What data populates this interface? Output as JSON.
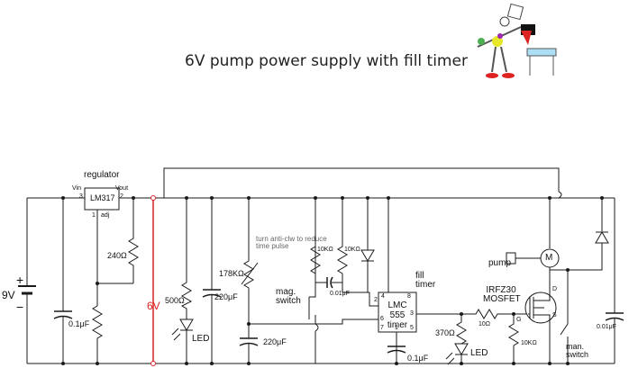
{
  "title": "6V pump power supply with fill timer",
  "labels": {
    "regulator": "regulator",
    "regulator_part": "LM317",
    "vin": "Vin",
    "vout": "Vout",
    "adj": "adj",
    "pin_1": "1",
    "pin_2": "2",
    "pin_3": "3",
    "supply_voltage": "9V",
    "plus": "+",
    "minus": "−",
    "rail_voltage": "6V",
    "cap_input": "0.1μF",
    "res_adjust": "240Ω",
    "res_led": "500Ω",
    "led": "LED",
    "cap_6v": "220μF",
    "res_trim": "178KΩ",
    "trim_note": "turn anti-clw to reduce time pulse",
    "cap_timing": "220μF",
    "mag_switch": "mag. switch",
    "res_10k_a": "10KΩ",
    "res_10k_b": "10KΩ",
    "cap_001": "0.01μF",
    "fill_timer": "fill timer",
    "timer_ic": "LMC 555 timer",
    "ic_pin_2": "2",
    "ic_pin_4": "4",
    "ic_pin_8": "8",
    "ic_pin_6": "6",
    "ic_pin_3": "3",
    "ic_pin_7": "7",
    "ic_pin_1": "1",
    "ic_pin_5": "5",
    "cap_ic": "0.1μF",
    "res_370": "370Ω",
    "led_2": "LED",
    "res_gate": "10Ω",
    "res_pulldown": "10KΩ",
    "mosfet": "IRFZ30 MOSFET",
    "gate": "G",
    "drain": "D",
    "source": "S",
    "pump": "pump",
    "motor": "M",
    "man_switch": "man. switch",
    "cap_out": "0.01μF"
  },
  "colors": {
    "wire": "#1a1a1a",
    "rail_6v": "#dd2222",
    "node": "#1a1a1a",
    "led_arrow": "#1a1a1a"
  }
}
